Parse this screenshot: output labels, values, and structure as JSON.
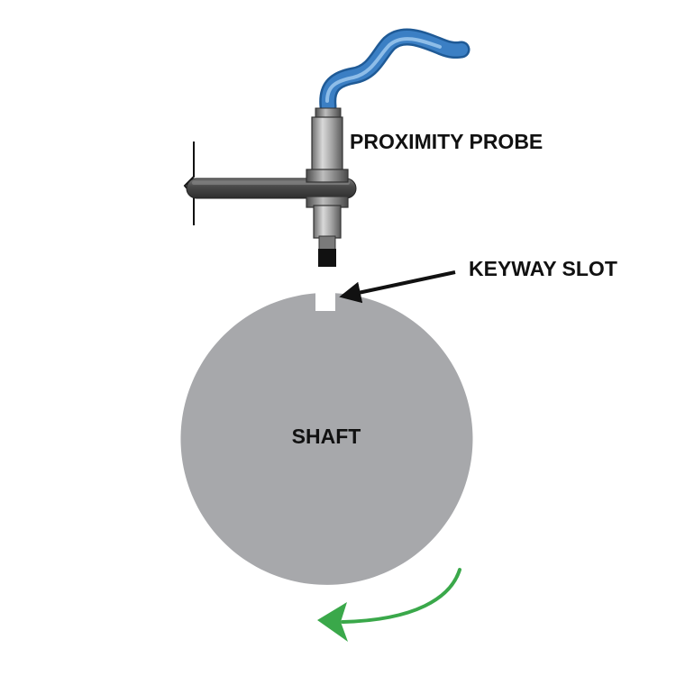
{
  "labels": {
    "probe": "PROXIMITY PROBE",
    "keyway": "KEYWAY SLOT",
    "shaft": "SHAFT"
  },
  "colors": {
    "cable": "#3b7fc4",
    "cable_highlight": "#8ebde8",
    "cable_shadow": "#1f5a96",
    "probe_body": "#9a9a9a",
    "probe_dark": "#3a3a3a",
    "probe_tip": "#111111",
    "mount_bar": "#5c5c5c",
    "shaft": "#a7a8ab",
    "arrow": "#111111",
    "rotation_arrow": "#3aa84a",
    "text": "#111111"
  },
  "icons": {
    "probe": "proximity-probe-icon",
    "rotation": "rotation-arrow-icon",
    "pointer": "pointer-arrow-icon"
  }
}
